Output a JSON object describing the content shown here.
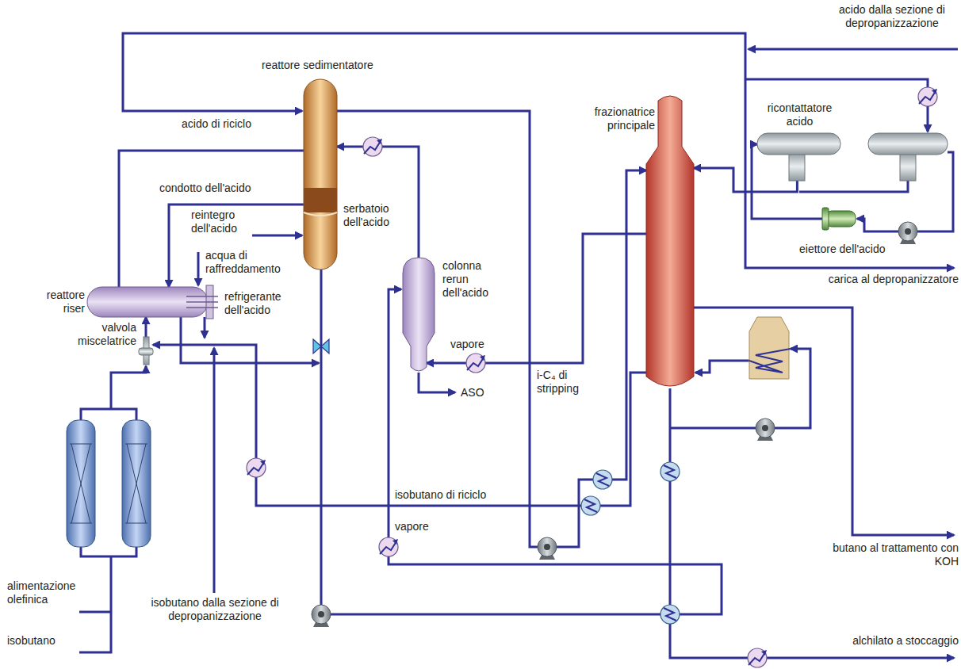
{
  "diagram": {
    "nodes": [
      {
        "text": [
          "reattore sedimentatore",
          "serbatoio dell'acido"
        ]
      },
      {
        "text": [
          "frazionatrice principale"
        ]
      },
      {
        "text": [
          "ricontattatore acido"
        ]
      },
      {
        "text": [
          "eiettore dell'acido"
        ]
      },
      {
        "text": [
          "reattore riser",
          "refrigerante dell'acido"
        ]
      },
      {
        "text": [
          "valvola miscelatrice"
        ]
      },
      {
        "text": [
          "colonna rerun dell'acido"
        ]
      }
    ],
    "edges": [
      {
        "from": 5,
        "to": 4,
        "arrow": "to"
      },
      {
        "from": 4,
        "to": 0,
        "arrow": "none"
      },
      {
        "from": 0,
        "to": 4,
        "label": "condotto dell'acido",
        "arrow": "to"
      },
      {
        "from": 0,
        "to": 1,
        "arrow": "to"
      },
      {
        "from": 6,
        "to": 0,
        "arrow": "to"
      },
      {
        "from": 1,
        "to": 6,
        "label": "i-C₄ di stripping",
        "arrow": "to"
      },
      {
        "from": 2,
        "to": 1,
        "arrow": "to"
      },
      {
        "from": 3,
        "to": 2,
        "arrow": "to"
      },
      {
        "from": 1,
        "to": 5,
        "label": "isobutano di riciclo",
        "arrow": "to"
      }
    ],
    "labels": [
      "acido dalla sezione di depropanizzazione",
      "acido di riciclo",
      "reintegro dell'acido",
      "acqua di raffreddamento",
      "vapore",
      "ASO",
      "carica al depropanizzatore",
      "vapore",
      "butano al trattamento con KOH",
      "alimentazione olefinica",
      "isobutano",
      "isobutano dalla sezione di depropanizzazione",
      "alchilato a stoccaggio"
    ]
  }
}
